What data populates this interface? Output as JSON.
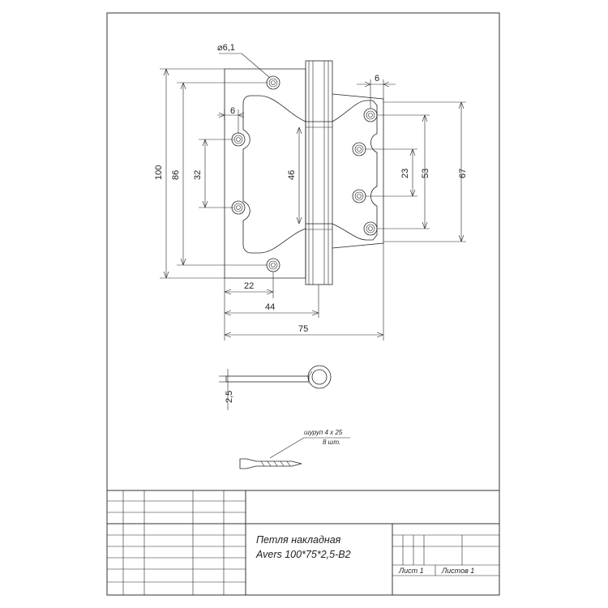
{
  "dimensions": {
    "hole_diameter": "⌀6,1",
    "offset_left": "6",
    "offset_right": "6",
    "height_total": "100",
    "hole_span_outer": "86",
    "hole_span_inner": "32",
    "cutout_height": "46",
    "right_inner": "23",
    "right_mid": "53",
    "right_outer": "67",
    "width_22": "22",
    "width_44": "44",
    "width_75": "75",
    "thickness": "2,5"
  },
  "screw_note": {
    "line1": "шуруп 4 х 25",
    "line2": "8 шт."
  },
  "title_block": {
    "title_line1": "Петля накладная",
    "title_line2": "Avers 100*75*2,5-B2",
    "sheet": "Лист 1",
    "sheets": "Листов 1"
  }
}
